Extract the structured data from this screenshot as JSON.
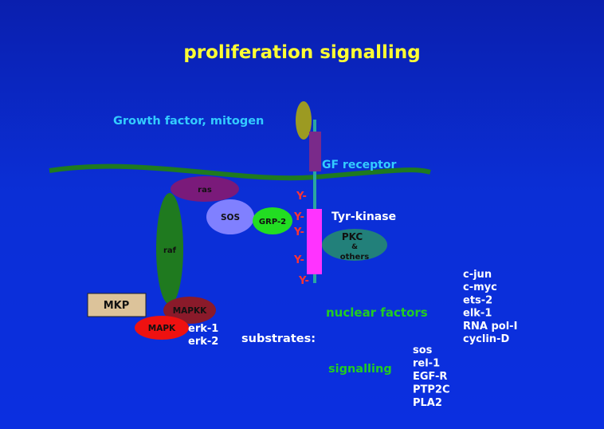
{
  "title": "proliferation signalling",
  "labels": {
    "growth_factor": "Growth factor, mitogen",
    "gf_receptor": "GF receptor",
    "tyr_kinase": "Tyr-kinase",
    "ras": "ras",
    "sos": "SOS",
    "grp2": "GRP-2",
    "raf": "raf",
    "pkc": "PKC",
    "pkc_amp": "&",
    "pkc_others": "others",
    "mkp": "MKP",
    "mapkk": "MAPKK",
    "mapk": "MAPK",
    "erk1": "erk-1",
    "erk2": "erk-2",
    "substrates": "substrates:",
    "nuclear_factors": "nuclear factors",
    "signalling": "signalling",
    "y_mark": "Y-"
  },
  "nuclear_factors_list": [
    "c-jun",
    "c-myc",
    "ets-2",
    "elk-1",
    "RNA pol-I",
    "cyclin-D"
  ],
  "signalling_list": [
    "sos",
    "rel-1",
    "EGF-R",
    "PTP2C",
    "PLA2"
  ],
  "colors": {
    "background": "#0b2fd6",
    "title": "#ffff33",
    "label_cyan": "#33ccff",
    "label_white": "#ffffff",
    "label_green": "#22cc22",
    "membrane": "#1f7a1f",
    "gf_ellipse": "#9c9a22",
    "receptor": "#7a2a8a",
    "kinase_bar": "#ff33ff",
    "ras": "#7a1a7a",
    "sos": "#8080ff",
    "grp2": "#22dd22",
    "raf": "#1f7a1f",
    "pkc": "#22807a",
    "mkp": "#dcc39a",
    "mapkk": "#8a1a2a",
    "mapk": "#ee1111",
    "y_mark": "#ff3333"
  }
}
